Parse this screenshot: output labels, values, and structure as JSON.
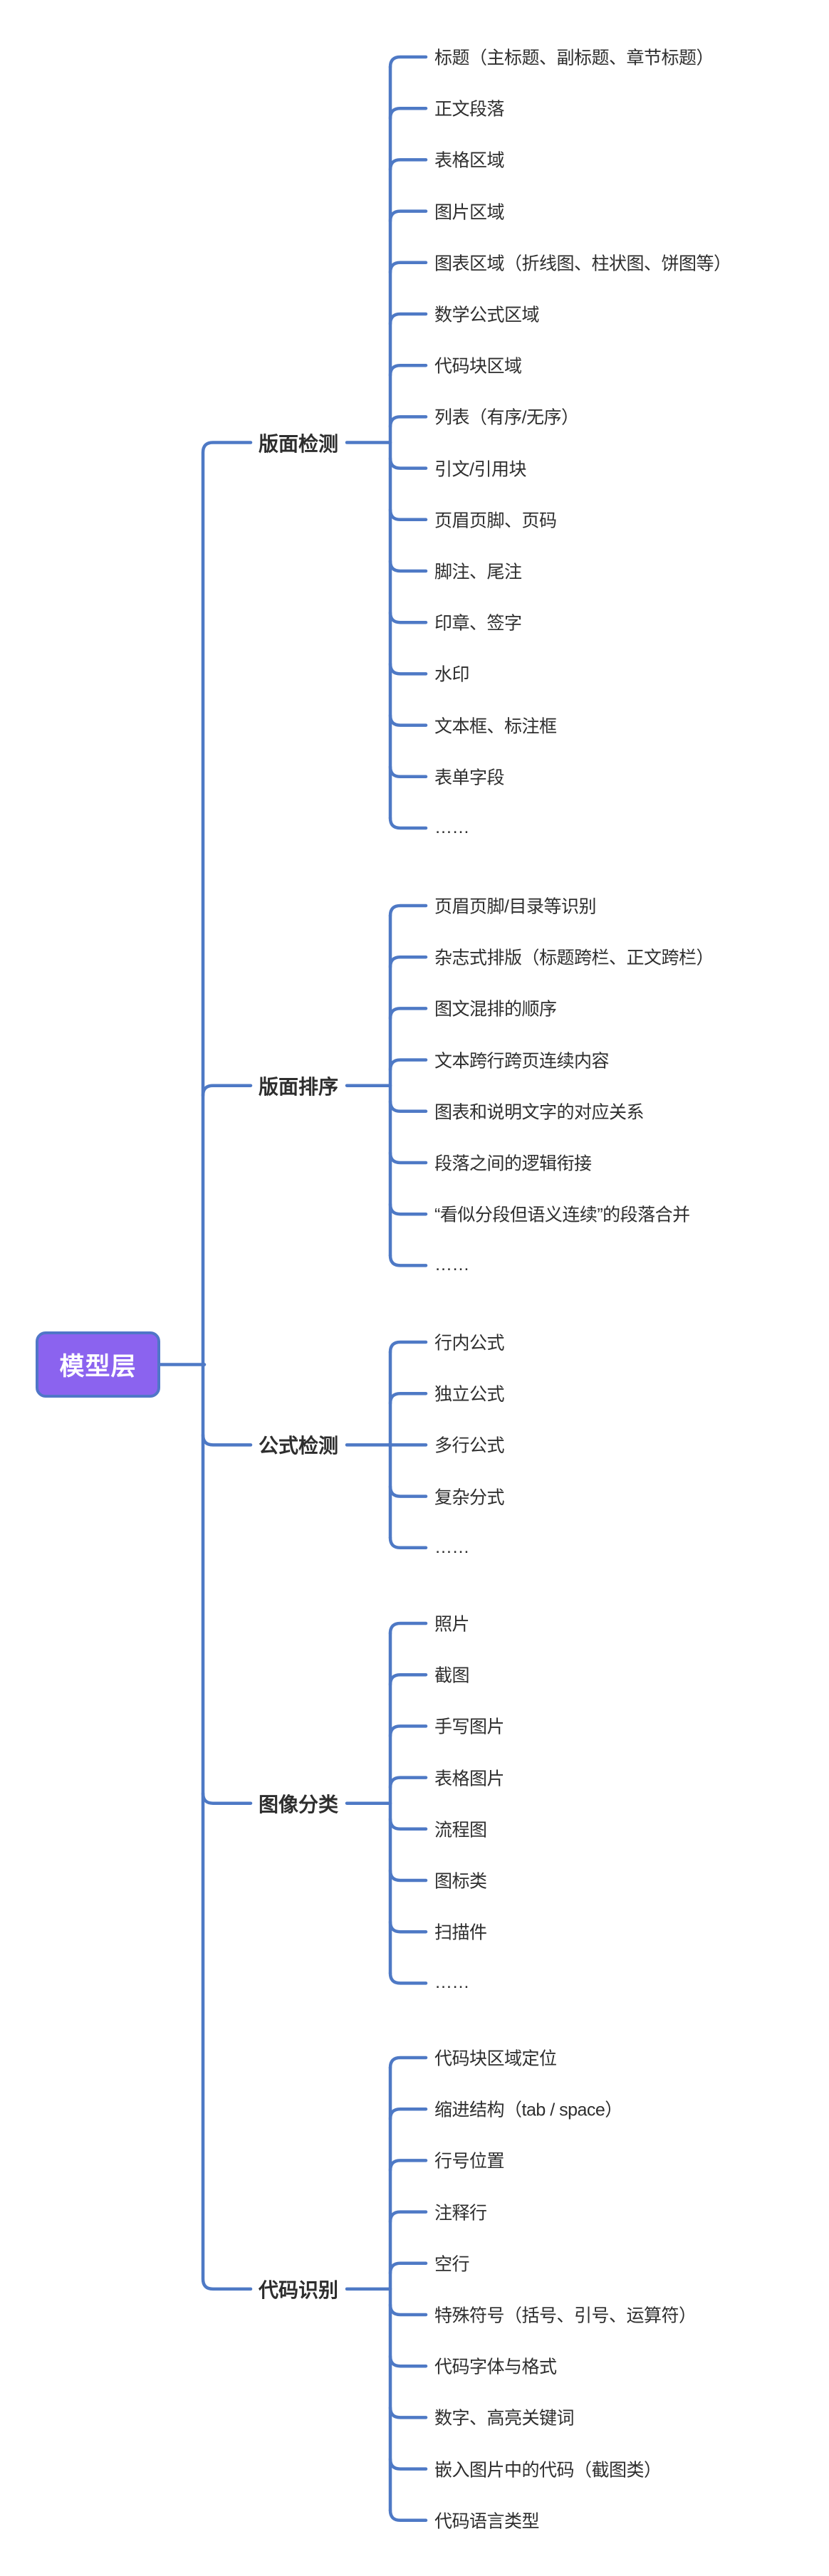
{
  "root": {
    "label": "模型层"
  },
  "branches": [
    {
      "label": "版面检测",
      "children": [
        "标题（主标题、副标题、章节标题）",
        "正文段落",
        "表格区域",
        "图片区域",
        "图表区域（折线图、柱状图、饼图等）",
        "数学公式区域",
        "代码块区域",
        "列表（有序/无序）",
        "引文/引用块",
        "页眉页脚、页码",
        "脚注、尾注",
        "印章、签字",
        "水印",
        "文本框、标注框",
        "表单字段",
        "……"
      ]
    },
    {
      "label": "版面排序",
      "children": [
        "页眉页脚/目录等识别",
        "杂志式排版（标题跨栏、正文跨栏）",
        "图文混排的顺序",
        "文本跨行跨页连续内容",
        "图表和说明文字的对应关系",
        "段落之间的逻辑衔接",
        "“看似分段但语义连续”的段落合并",
        "……"
      ]
    },
    {
      "label": "公式检测",
      "children": [
        "行内公式",
        "独立公式",
        "多行公式",
        "复杂分式",
        "……"
      ]
    },
    {
      "label": "图像分类",
      "children": [
        "照片",
        "截图",
        "手写图片",
        "表格图片",
        "流程图",
        "图标类",
        "扫描件",
        "……"
      ]
    },
    {
      "label": "代码识别",
      "children": [
        "代码块区域定位",
        "缩进结构（tab / space）",
        "行号位置",
        "注释行",
        "空行",
        "特殊符号（括号、引号、运算符）",
        "代码字体与格式",
        "数字、高亮关键词",
        "嵌入图片中的代码（截图类）",
        "代码语言类型"
      ]
    }
  ],
  "colors": {
    "line": "#4e79c5",
    "root_fill": "#8b63ef",
    "root_border": "#5076c8",
    "root_text": "#ffffff",
    "node_text": "#2e2e2e",
    "background": "#ffffff"
  }
}
